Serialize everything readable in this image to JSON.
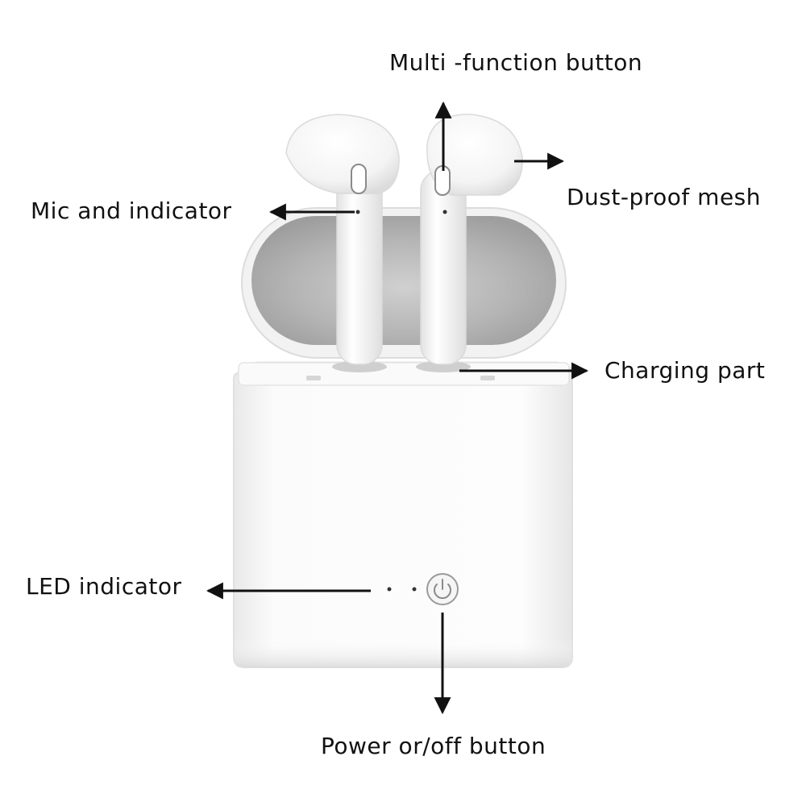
{
  "labels": {
    "multi_function_button": "Multi -function button",
    "dust_proof_mesh": "Dust-proof mesh",
    "mic_and_indicator": "Mic and indicator",
    "charging_part": "Charging part",
    "led_indicator": "LED indicator",
    "power_button": "Power or/off button"
  },
  "colors": {
    "background": "#ffffff",
    "text": "#111111",
    "arrow": "#111111",
    "case_body": "#f7f7f7",
    "case_lid_inner": "#b9b9b9",
    "earbud": "#fbfbfb"
  },
  "icons": [
    "power-icon"
  ]
}
